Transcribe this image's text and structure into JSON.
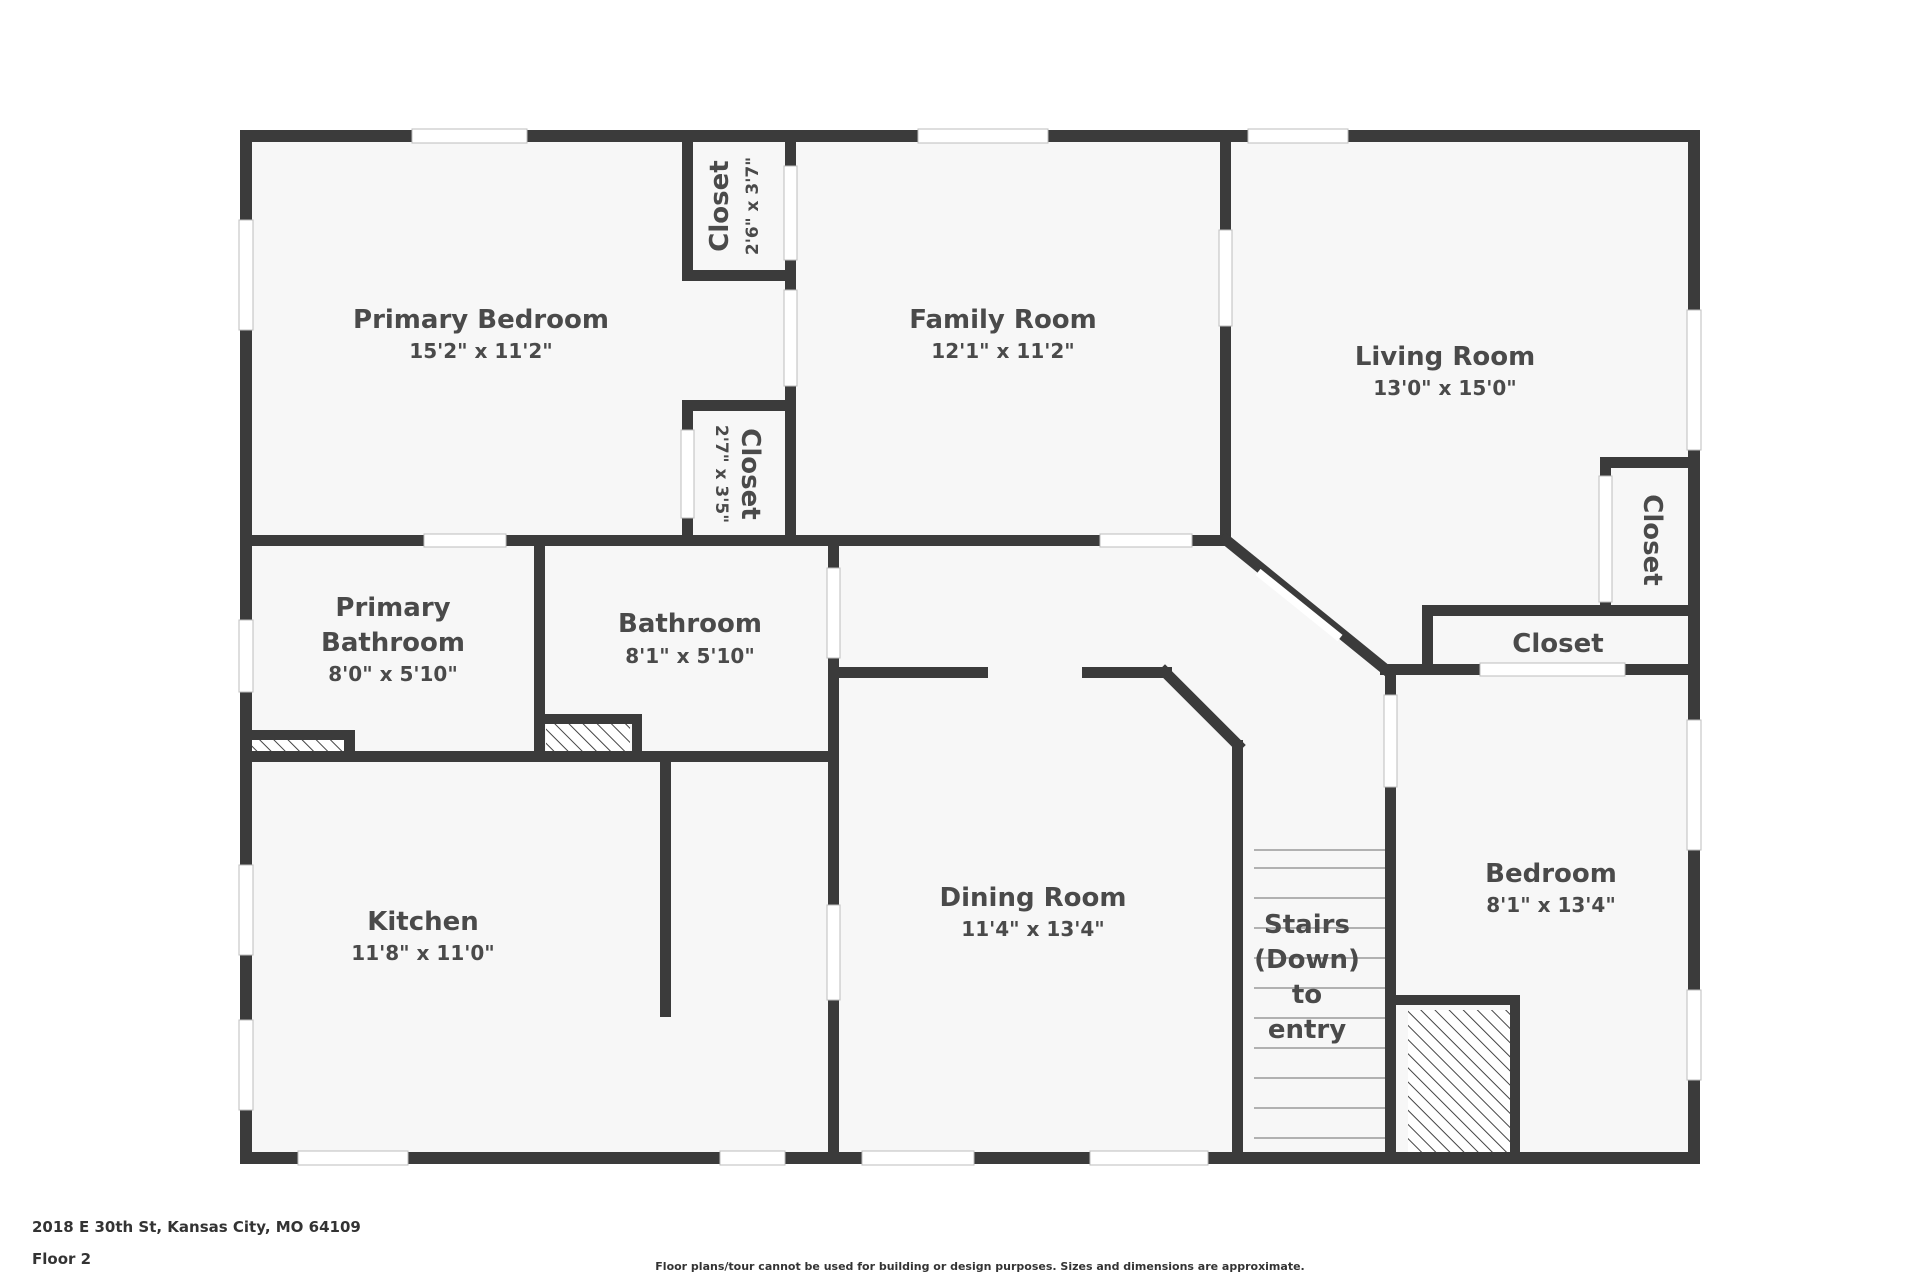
{
  "rooms": {
    "primary_bedroom": {
      "name": "Primary Bedroom",
      "dims": "15'2\" x 11'2\""
    },
    "family_room": {
      "name": "Family Room",
      "dims": "12'1\" x 11'2\""
    },
    "living_room": {
      "name": "Living Room",
      "dims": "13'0\" x 15'0\""
    },
    "primary_bathroom": {
      "name_line1": "Primary",
      "name_line2": "Bathroom",
      "dims": "8'0\" x 5'10\""
    },
    "bathroom": {
      "name": "Bathroom",
      "dims": "8'1\" x 5'10\""
    },
    "kitchen": {
      "name": "Kitchen",
      "dims": "11'8\" x 11'0\""
    },
    "dining_room": {
      "name": "Dining Room",
      "dims": "11'4\" x 13'4\""
    },
    "bedroom": {
      "name": "Bedroom",
      "dims": "8'1\" x 13'4\""
    },
    "stairs": {
      "line1": "Stairs",
      "line2": "(Down)",
      "line3": "to",
      "line4": "entry"
    },
    "closet_top": {
      "name": "Closet",
      "dims": "2'6\" x 3'7\""
    },
    "closet_mid": {
      "name": "Closet",
      "dims": "2'7\" x 3'5\""
    },
    "closet_living": {
      "name": "Closet"
    },
    "closet_hall": {
      "name": "Closet"
    }
  },
  "footer": {
    "address": "2018 E 30th St, Kansas City, MO 64109",
    "floor": "Floor 2",
    "disclaimer": "Floor plans/tour cannot be used for building or design purposes. Sizes and dimensions are approximate."
  },
  "colors": {
    "wall": "#3b3b3b",
    "floor": "#f7f7f7",
    "text": "#4a4a4a"
  }
}
